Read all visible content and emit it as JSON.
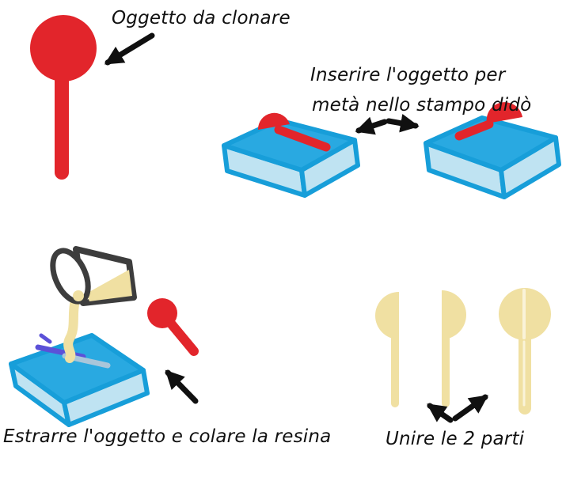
{
  "labels": {
    "step1": "Oggetto da clonare",
    "step2_line1": "Inserire l'oggetto per",
    "step2_line2": "metà nello stampo didò",
    "step3": "Estrarre l'oggetto e colare la resina",
    "step4": "Unire le 2 parti"
  },
  "colors": {
    "red": "#e2252b",
    "blue": "#29a9e1",
    "blue_dark": "#179ed9",
    "blue_light": "#bfe3f2",
    "cream": "#f0e0a2",
    "cream_light": "#faf3d8",
    "purple": "#5b51d8",
    "slot": "#a9c6da",
    "cup_outline": "#3d3d3d",
    "ink": "#101010",
    "background": "#ffffff"
  }
}
